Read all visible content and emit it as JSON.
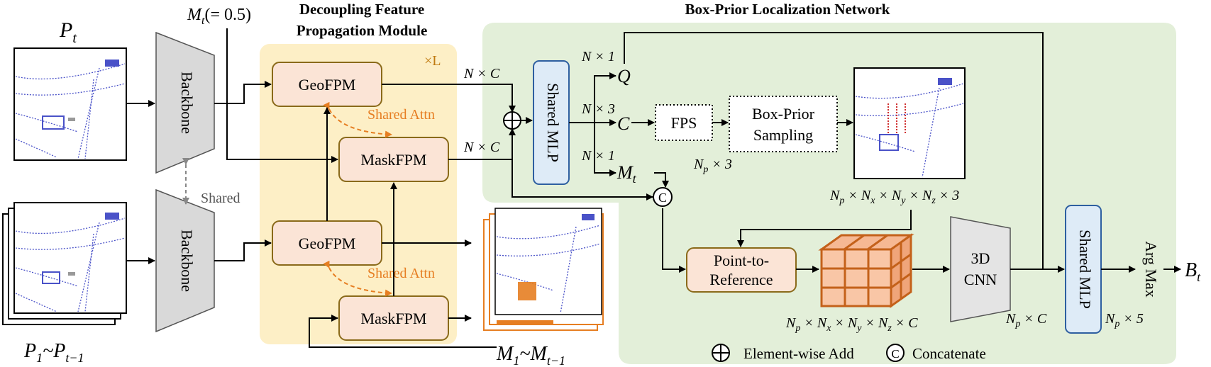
{
  "titles": {
    "dfpm_line1": "Decoupling Feature",
    "dfpm_line2": "Propagation Module",
    "bpln": "Box-Prior Localization Network"
  },
  "inputs": {
    "pt_main": "P",
    "pt_sub": "t",
    "prev_main": "P",
    "prev_sub1": "1",
    "prev_tilde": "~P",
    "prev_sub2": "t−1",
    "mt_main": "M",
    "mt_sub": "t",
    "mt_rest": "(= 0.5)",
    "masks_main": "M",
    "masks_sub1": "1",
    "masks_tilde": "~M",
    "masks_sub2": "t−1"
  },
  "blocks": {
    "backbone": "Backbone",
    "shared": "Shared",
    "geofpm": "GeoFPM",
    "maskfpm": "MaskFPM",
    "shared_attn": "Shared Attn",
    "repeat": "×L",
    "shared_mlp": "Shared MLP",
    "fps": "FPS",
    "box_prior_1": "Box-Prior",
    "box_prior_2": "Sampling",
    "p2r_1": "Point-to-",
    "p2r_2": "Reference",
    "cnn_1": "3D",
    "cnn_2": "CNN",
    "argmax": "Arg Max"
  },
  "dims": {
    "nc_top": "N × C",
    "nc_bottom": "N × C",
    "n1_top": "N × 1",
    "n3": "N × 3",
    "n1_bottom": "N × 1",
    "np3": "N",
    "np3_sub": "p",
    "np3_rest": " × 3",
    "sample_dims": "N",
    "cube_dims": "N",
    "npc": "N",
    "npc_sub": "p",
    "npc_rest": " × C",
    "np5": "N",
    "np5_sub": "p",
    "np5_rest": " × 5"
  },
  "outputs": {
    "q": "Q",
    "c": "C",
    "m": "M",
    "m_sub": "t",
    "b": "B",
    "b_sub": "t"
  },
  "legend": {
    "add": "Element-wise Add",
    "concat": "Concatenate",
    "concat_symbol": "C"
  },
  "colors": {
    "green_panel": "#e3efd9",
    "orange_panel": "#fdefc6",
    "block_fill": "#fbe4d6",
    "block_stroke": "#8a6a1a",
    "mlp_fill": "#deebf7",
    "mlp_stroke": "#2e5fa0",
    "backbone_fill": "#d9d9d9",
    "attn_orange": "#e67e22",
    "points_blue": "#4a52c8"
  }
}
